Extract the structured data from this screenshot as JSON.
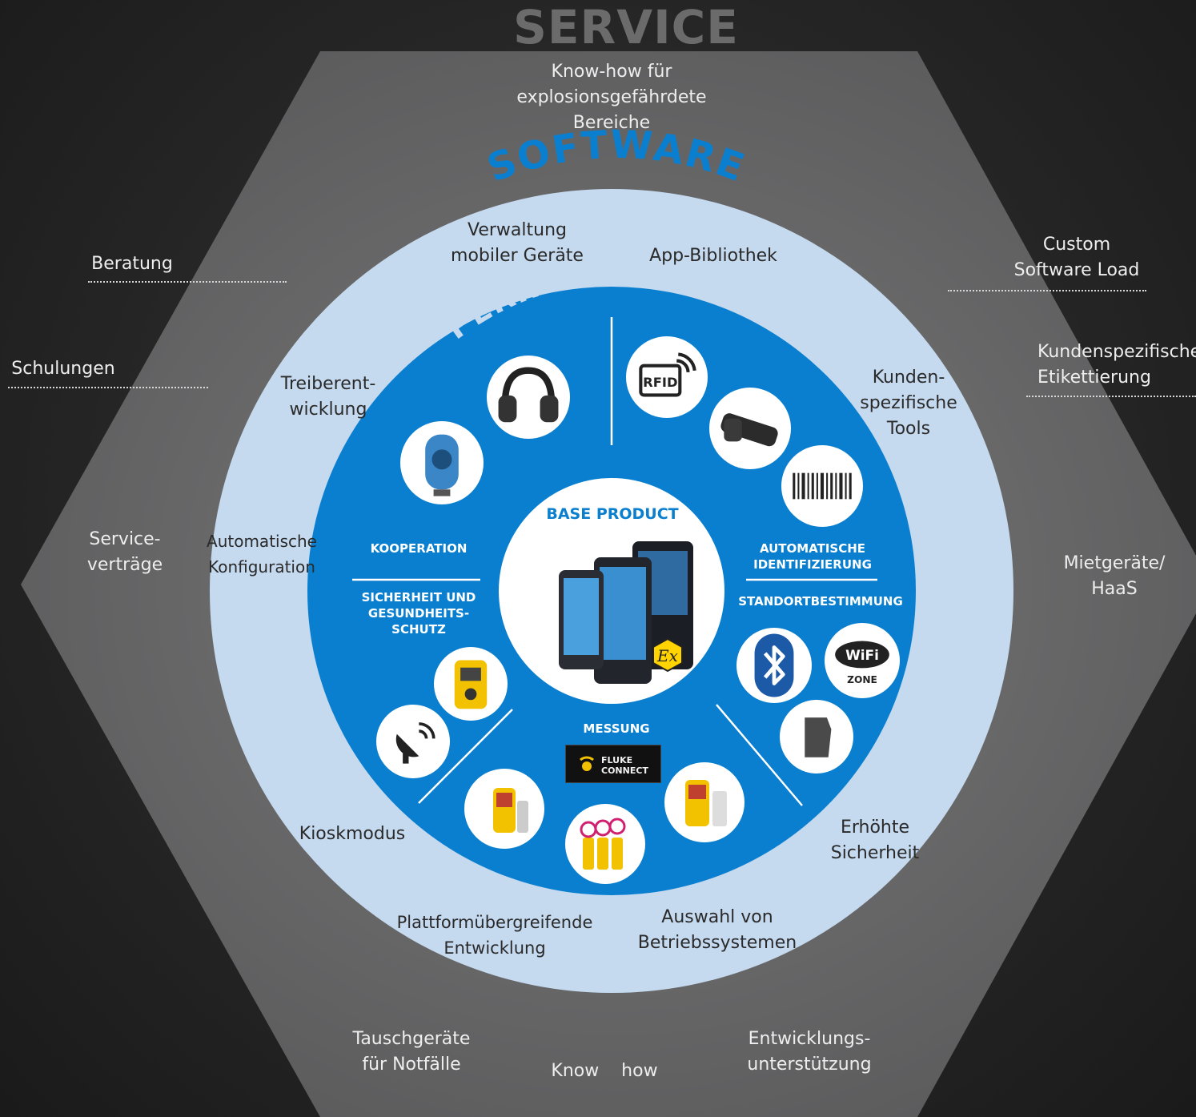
{
  "service": {
    "title": "SERVICE",
    "items": {
      "knowhow_ex": "Know-how für\nexplosionsgefährdete\nBereiche",
      "beratung": "Beratung",
      "schulungen": "Schulungen",
      "servicevertraege": "Service-\nverträge",
      "custom_software": "Custom\nSoftware Load",
      "kunden_etikett": "Kundenspezifische\nEtikettierung",
      "mietgeraete": "Mietgeräte/\nHaaS",
      "tauschgeraete": "Tauschgeräte\nfür Notfälle",
      "know_how": "Know    how",
      "entwicklung": "Entwicklungs-\nunterstützung"
    }
  },
  "software": {
    "title": "SOFTWARE",
    "items": {
      "verwaltung": "Verwaltung\nmobiler Geräte",
      "app_bib": "App-Bibliothek",
      "treiber": "Treiberent-\nwicklung",
      "kunden_tools": "Kunden-\nspezifische\nTools",
      "auto_konfig": "Automatische\nKonfiguration",
      "kiosk": "Kioskmodus",
      "erhoehte": "Erhöhte\nSicherheit",
      "plattform": "Plattformübergreifende\nEntwicklung",
      "auswahl": "Auswahl von\nBetriebssystemen"
    }
  },
  "peripherals": {
    "title": "PERIPHERIEGERÄTE",
    "kooperation": "KOOPERATION",
    "sicherheit": "SICHERHEIT UND\nGESUNDHEITS-\nSCHUTZ",
    "auto_ident": "AUTOMATISCHE\nIDENTIFIZIERUNG",
    "standort": "STANDORTBESTIMMUNG",
    "messung": "MESSUNG"
  },
  "base": {
    "title": "BASE PRODUCT",
    "badge": "Ex"
  },
  "icons": {
    "rfid": "RFID",
    "wifi": "WiFi",
    "wifi_zone": "ZONE",
    "fluke_line1": "FLUKE",
    "fluke_line2": "CONNECT"
  },
  "colors": {
    "hexagon": "#6b6b6c",
    "outer_ring": "#c5d9ef",
    "inner_ring": "#0a7fcf",
    "accent_blue": "#0a7fcf"
  }
}
